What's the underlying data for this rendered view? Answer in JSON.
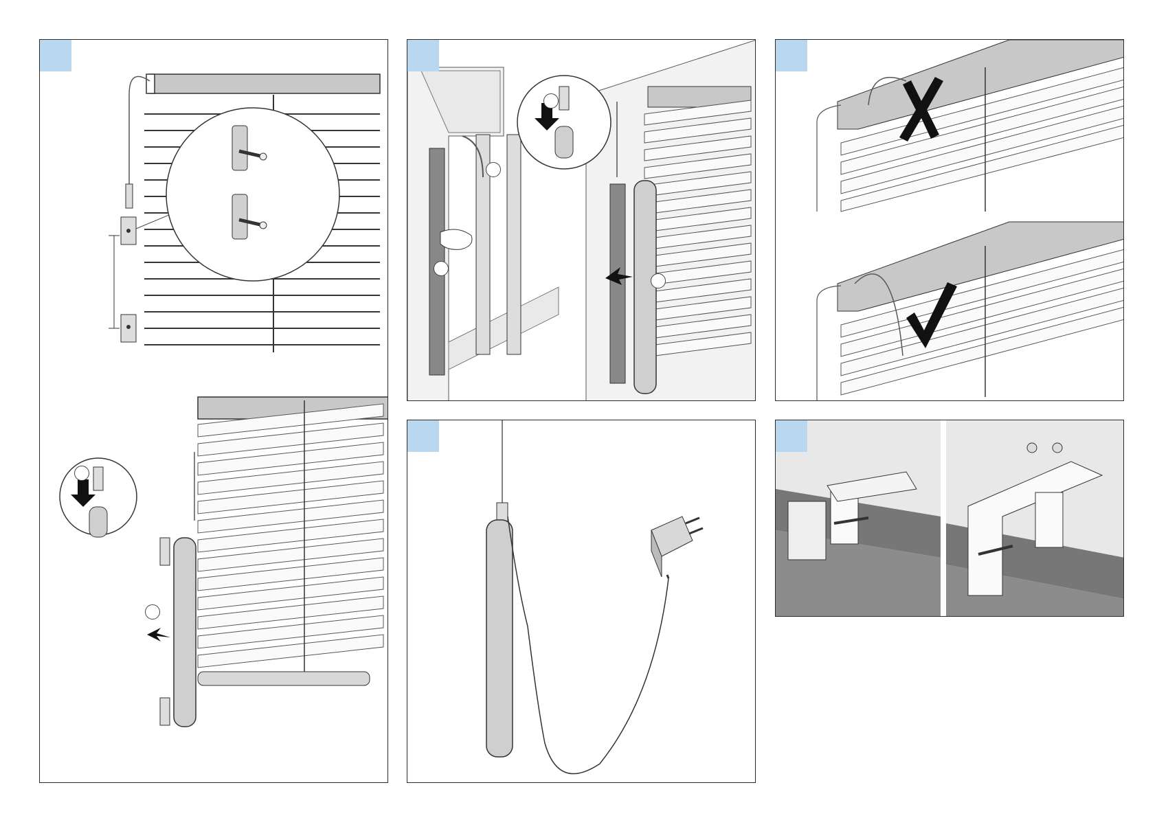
{
  "document": {
    "type": "assembly-instructions"
  },
  "steps": [
    {
      "id": "p1",
      "number": ""
    },
    {
      "id": "p2",
      "number": ""
    },
    {
      "id": "p3",
      "number": ""
    },
    {
      "id": "p4",
      "number": ""
    },
    {
      "id": "p5",
      "number": ""
    }
  ],
  "callouts": {
    "p1_top": "",
    "p1_bottom": "",
    "p2_a": "",
    "p2_b": "",
    "p2_c": "",
    "p2_d": ""
  },
  "icons": [
    "wrong-mark-icon",
    "correct-mark-icon",
    "arrow-down-icon",
    "arrow-push-icon",
    "screw-icon",
    "power-adapter-icon"
  ],
  "colors": {
    "badge": "#b9d8f0",
    "frame": "#2a2a2a",
    "metal": "#c9c9c9",
    "wall": "#e8e8e8",
    "wall_dark": "#8c8c8c"
  }
}
